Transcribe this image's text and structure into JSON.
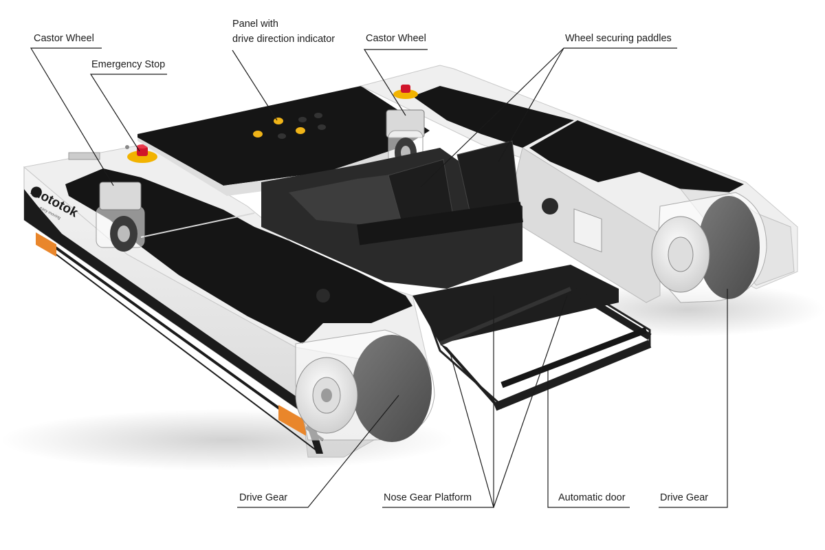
{
  "brand": {
    "logo_text": "mototok",
    "tagline": "easy moving"
  },
  "callouts": [
    {
      "id": "castor-wheel-left",
      "text": "Castor Wheel"
    },
    {
      "id": "emergency-stop",
      "text": "Emergency Stop"
    },
    {
      "id": "panel-drive-direction",
      "line1": "Panel with",
      "line2": "drive direction indicator"
    },
    {
      "id": "castor-wheel-right",
      "text": "Castor Wheel"
    },
    {
      "id": "wheel-securing-paddles",
      "text": "Wheel securing paddles"
    },
    {
      "id": "drive-gear-left",
      "text": "Drive Gear"
    },
    {
      "id": "nose-gear-platform",
      "text": "Nose Gear Platform"
    },
    {
      "id": "automatic-door",
      "text": "Automatic door"
    },
    {
      "id": "drive-gear-right",
      "text": "Drive Gear"
    }
  ],
  "colors": {
    "body_white": "#ededed",
    "body_shade": "#cfcfcf",
    "top_black": "#151515",
    "frame_dark": "#232323",
    "emergency_red": "#d0142a",
    "emergency_yellow": "#f2b300",
    "indicator_orange": "#e9862b",
    "button_yellow": "#f0b418",
    "leader_line": "#1a1a1a"
  }
}
